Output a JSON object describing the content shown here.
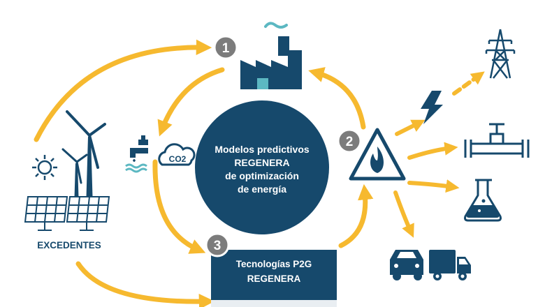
{
  "steps": {
    "one": "1",
    "two": "2",
    "three": "3"
  },
  "center": {
    "line1": "Modelos predictivos",
    "line2": "REGENERA",
    "line3": "de optimización",
    "line4": "de energía"
  },
  "p2g_box": {
    "line1": "Tecnologías P2G",
    "line2": "REGENERA"
  },
  "surplus_label": "EXCEDENTES",
  "co2_label": "CO2",
  "colors": {
    "navy": "#16496c",
    "arrow": "#f6b92f",
    "badge": "#7c7c7c",
    "teal": "#5cb8c2"
  },
  "icons": [
    "factory-icon",
    "water-tap-icon",
    "co2-cloud-icon",
    "sun-icon",
    "wind-turbine-icon",
    "solar-panel-icon",
    "flame-warning-icon",
    "power-tower-icon",
    "lightning-icon",
    "gas-pipe-icon",
    "flask-icon",
    "car-icon",
    "truck-icon"
  ]
}
